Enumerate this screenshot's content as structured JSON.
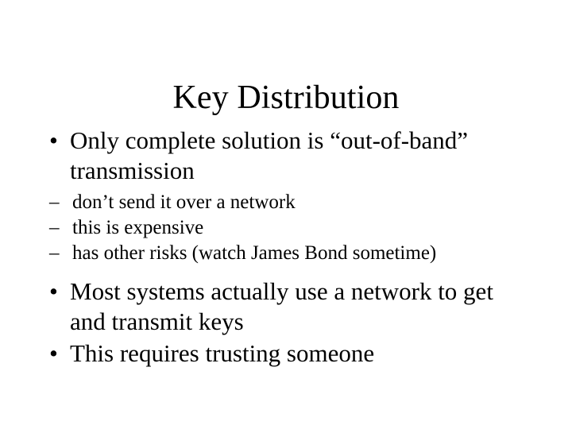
{
  "slide": {
    "title": "Key Distribution",
    "bullet_marker": "•",
    "sub_bullet_marker": "–",
    "text_color": "#000000",
    "background_color": "#ffffff",
    "bullets": [
      {
        "text": "Only complete solution is “out-of-band” transmission",
        "sub_bullets": [
          {
            "text": "don’t send it over a network"
          },
          {
            "text": "this is expensive"
          },
          {
            "text": "has other risks (watch James Bond sometime)"
          }
        ]
      },
      {
        "text": "Most systems actually use a network to get and transmit keys",
        "sub_bullets": []
      },
      {
        "text": "This requires trusting someone",
        "sub_bullets": []
      }
    ]
  }
}
